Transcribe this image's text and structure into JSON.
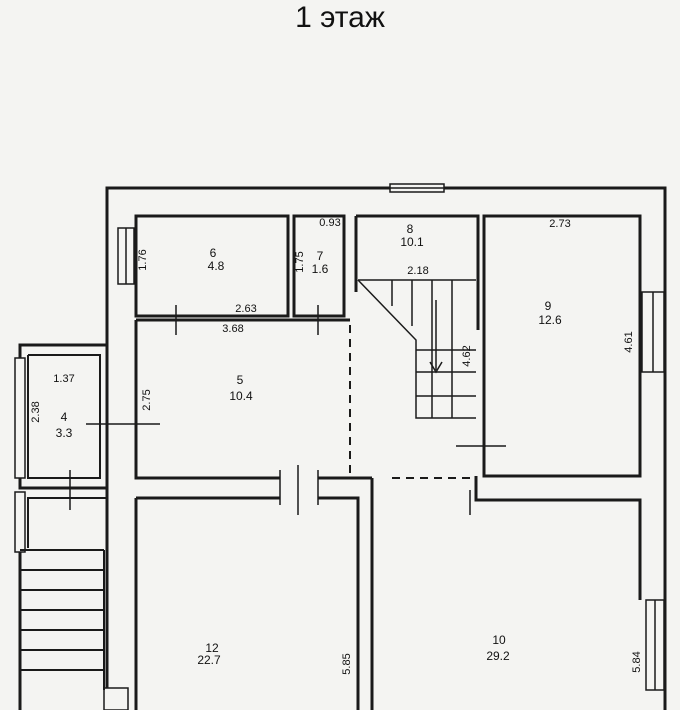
{
  "title": "1 этаж",
  "rooms": [
    {
      "number": "4",
      "area": "3.3"
    },
    {
      "number": "5",
      "area": "10.4"
    },
    {
      "number": "6",
      "area": "4.8"
    },
    {
      "number": "7",
      "area": "1.6"
    },
    {
      "number": "8",
      "area": "10.1"
    },
    {
      "number": "9",
      "area": "12.6"
    },
    {
      "number": "10",
      "area": "29.2"
    },
    {
      "number": "12",
      "area": "22.7"
    }
  ],
  "dimensions": {
    "r6_height": "1.76",
    "r6_width": "2.63",
    "r7_width": "0.93",
    "r7_height": "1.75",
    "r9_width": "2.73",
    "r9_height": "4.61",
    "r5_width": "3.68",
    "r5_height": "2.75",
    "r4_width": "1.37",
    "r4_height": "2.38",
    "stair_width": "2.18",
    "stair_length": "4.62",
    "r12_height": "5.85",
    "r10_height": "5.84"
  }
}
